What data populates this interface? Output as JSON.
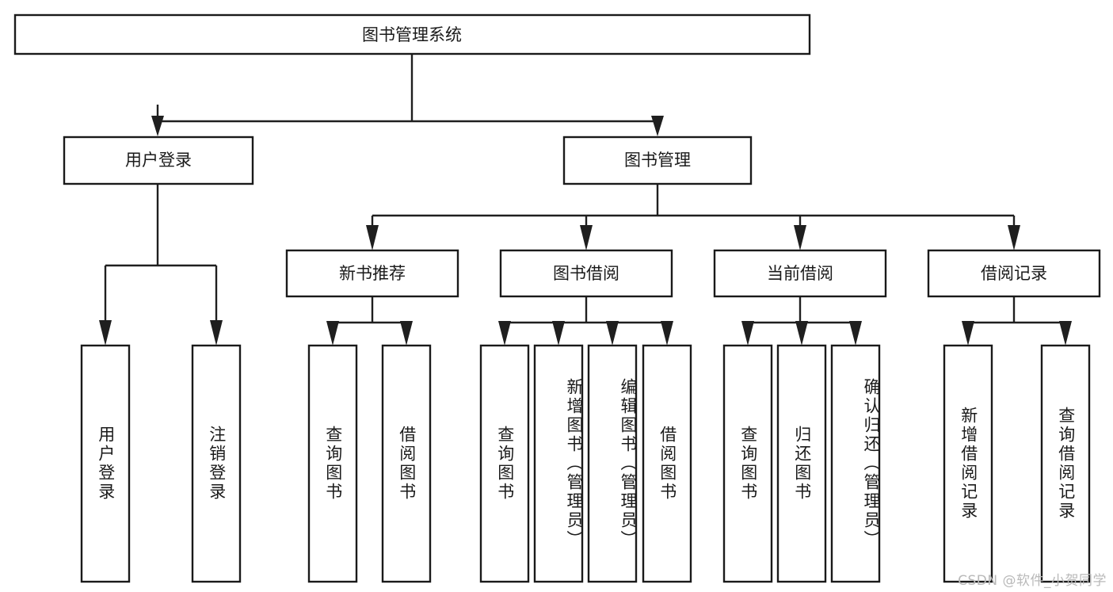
{
  "diagram": {
    "type": "tree-hierarchy",
    "title": "图书管理系统",
    "watermark": "CSDN @软件_小贺同学",
    "colors": {
      "box_stroke": "#1a1a1a",
      "box_fill": "#ffffff",
      "connector": "#1f1f1f",
      "text": "#1a1a1a",
      "watermark": "#b9b9b9",
      "background": "#ffffff"
    },
    "root": {
      "label": "图书管理系统"
    },
    "level2": [
      {
        "label": "用户登录"
      },
      {
        "label": "图书管理"
      }
    ],
    "level3": [
      {
        "label": "新书推荐"
      },
      {
        "label": "图书借阅"
      },
      {
        "label": "当前借阅"
      },
      {
        "label": "借阅记录"
      }
    ],
    "leaves": {
      "user_login": [
        {
          "label": "用户登录"
        },
        {
          "label": "注销登录"
        }
      ],
      "new_book_recommend": [
        {
          "label": "查询图书"
        },
        {
          "label": "借阅图书"
        }
      ],
      "book_borrow": [
        {
          "label": "查询图书"
        },
        {
          "label": "新增图书（管理员）"
        },
        {
          "label": "编辑图书（管理员）"
        },
        {
          "label": "借阅图书"
        }
      ],
      "current_borrow": [
        {
          "label": "查询图书"
        },
        {
          "label": "归还图书"
        },
        {
          "label": "确认归还（管理员）"
        }
      ],
      "borrow_record": [
        {
          "label": "新增借阅记录"
        },
        {
          "label": "查询借阅记录"
        }
      ]
    }
  }
}
